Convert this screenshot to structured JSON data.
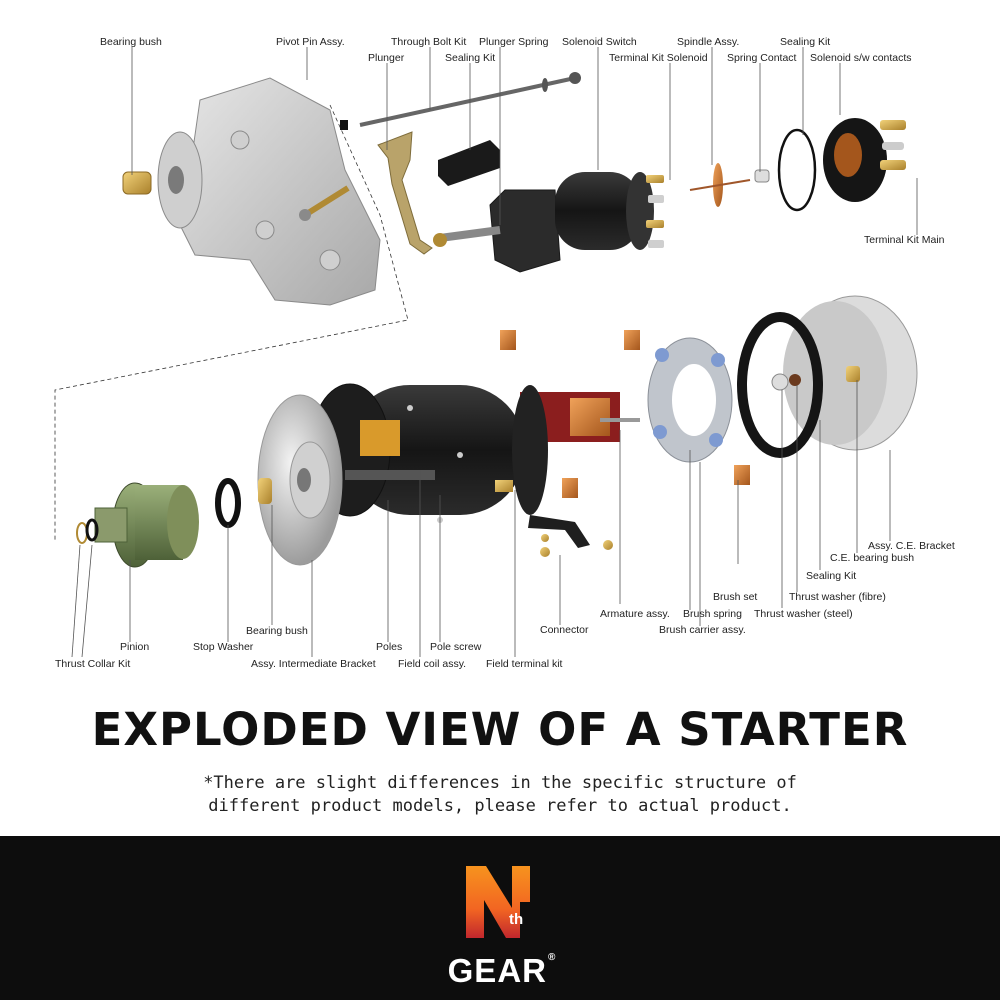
{
  "diagram": {
    "labels": {
      "bearing_bush_top": "Bearing bush",
      "pivot_pin": "Pivot Pin Assy.",
      "plunger": "Plunger",
      "through_bolt": "Through Bolt Kit",
      "sealing_kit_top": "Sealing Kit",
      "plunger_spring": "Plunger Spring",
      "solenoid_switch": "Solenoid Switch",
      "terminal_kit_solenoid": "Terminal Kit Solenoid",
      "spindle": "Spindle Assy.",
      "spring_contact": "Spring Contact",
      "sealing_kit_right": "Sealing Kit",
      "solenoid_contacts": "Solenoid s/w contacts",
      "terminal_kit_main": "Terminal Kit Main",
      "assy_ce_bracket": "Assy. C.E. Bracket",
      "ce_bearing_bush": "C.E. bearing bush",
      "sealing_kit_bottom": "Sealing Kit",
      "thrust_washer_fibre": "Thrust washer (fibre)",
      "brush_set": "Brush set",
      "thrust_washer_steel": "Thrust washer (steel)",
      "armature": "Armature assy.",
      "brush_spring": "Brush spring",
      "brush_carrier": "Brush carrier assy.",
      "connector": "Connector",
      "field_terminal": "Field terminal kit",
      "poles": "Poles",
      "pole_screw": "Pole screw",
      "field_coil": "Field coil assy.",
      "bearing_bush_bottom": "Bearing bush",
      "assy_intermediate": "Assy. Intermediate Bracket",
      "pinion": "Pinion",
      "stop_washer": "Stop Washer",
      "thrust_collar": "Thrust Collar Kit"
    }
  },
  "headline": "EXPLODED VIEW OF A STARTER",
  "note_line1": "*There are slight differences in the specific structure of",
  "note_line2": "different product models, please refer to actual product.",
  "logo": {
    "letter": "N",
    "superscript": "th",
    "word": "GEAR",
    "reg_mark": "®"
  },
  "colors": {
    "footer_bg": "#0d0d0d",
    "logo_orange": "#f26522",
    "logo_red": "#c1272d",
    "copper": "#c8742a",
    "brass": "#d4a640"
  }
}
